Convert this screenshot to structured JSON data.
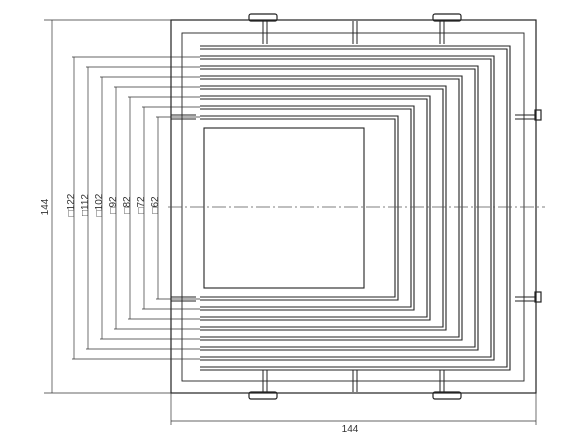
{
  "drawing": {
    "outer_width_label": "144",
    "outer_height_label": "144",
    "step_labels": [
      "□122",
      "□112",
      "□102",
      "□92",
      "□82",
      "□72",
      "□62"
    ],
    "colors": {
      "stroke": "#222222",
      "dim": "#333333",
      "center": "#555555"
    }
  }
}
